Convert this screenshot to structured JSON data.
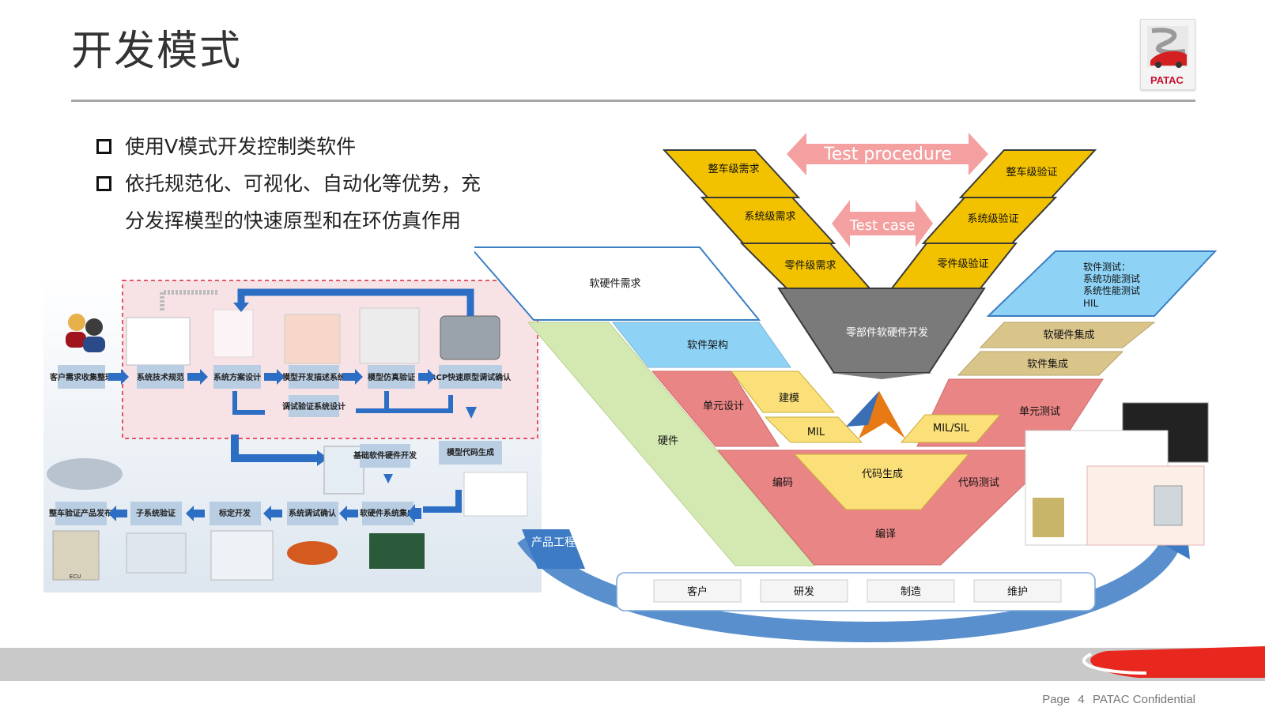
{
  "slide": {
    "title": "开发模式",
    "logo_text": "PATAC",
    "footer": {
      "page_label": "Page",
      "page_number": "4",
      "confidential": "PATAC Confidential"
    }
  },
  "bullets": [
    "使用V模式开发控制类软件",
    "依托规范化、可视化、自动化等优势，充",
    "分发挥模型的快速原型和在环仿真作用"
  ],
  "process": {
    "row1": [
      "客户需求收集整理",
      "系统技术规范",
      "系统方案设计",
      "模型开发描述系统",
      "模型仿真验证",
      "RCP快速原型调试确认"
    ],
    "row1_sub": "调试验证系统设计",
    "row2": [
      "基础软件硬件开发",
      "模型代码生成"
    ],
    "row3": [
      "整车验证产品发布",
      "子系统验证",
      "标定开发",
      "系统调试确认",
      "软硬件系统集成"
    ],
    "ecu_label": "ECU"
  },
  "vmodel": {
    "top_left": [
      "整车级需求",
      "系统级需求",
      "零件级需求"
    ],
    "top_right": [
      "整车级验证",
      "系统级验证",
      "零件级验证"
    ],
    "test_procedure": "Test procedure",
    "test_case": "Test case",
    "center_dev": "零部件软硬件开发",
    "sw_hw_req": "软硬件需求",
    "sw_test": [
      "软件测试：",
      "系统功能测试",
      "系统性能测试",
      "HIL"
    ],
    "sw_arch": "软件架构",
    "sw_integration_1": "软硬件集成",
    "sw_integration_2": "软件集成",
    "hardware": "硬件",
    "unit_design": "单元设计",
    "modeling": "建模",
    "mil": "MIL",
    "mil_sil": "MIL/SIL",
    "unit_test": "单元测试",
    "code_gen": "代码生成",
    "coding": "编码",
    "code_test": "代码测试",
    "compile": "编译",
    "product_eng": "产品工程",
    "stages": [
      "客户",
      "研发",
      "制造",
      "维护"
    ]
  },
  "colors": {
    "yellow": "#f2c200",
    "gray_dark": "#7a7a7a",
    "sky": "#8ed3f5",
    "green": "#d4e9b2",
    "red": "#e98585",
    "pale_yellow": "#fbe07a",
    "khaki": "#d9c48a",
    "blue_arrow": "#3d7bc4",
    "pink_arrow": "#f4a0a0",
    "footer_red": "#e8281e"
  }
}
